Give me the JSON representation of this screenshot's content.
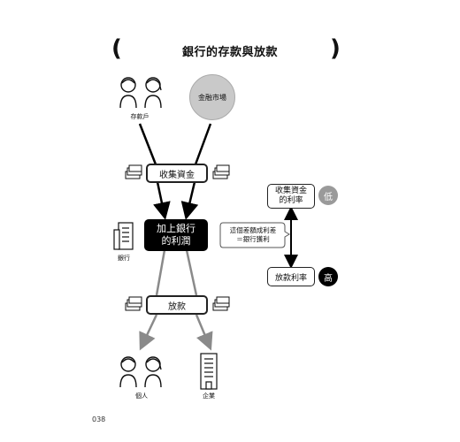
{
  "title": "銀行的存款與放款",
  "depositor_label": "存款戶",
  "market_label": "金融市場",
  "collect_label": "收集資金",
  "bank_box_line1": "加上銀行",
  "bank_box_line2": "的利潤",
  "bank_label": "銀行",
  "loan_label": "放款",
  "individual_label": "個人",
  "enterprise_label": "企業",
  "rate_collect_line1": "收集資金",
  "rate_collect_line2": "的利率",
  "rate_low": "低",
  "bubble_line1": "這個差額成利差",
  "bubble_line2": "＝銀行獲利",
  "rate_loan": "放款利率",
  "rate_high": "高",
  "page_number": "038",
  "colors": {
    "dark": "#000000",
    "gray_arrow": "#8a8a8a",
    "gray_circle": "#c9c9c9",
    "low_badge": "#9a9a9a"
  }
}
